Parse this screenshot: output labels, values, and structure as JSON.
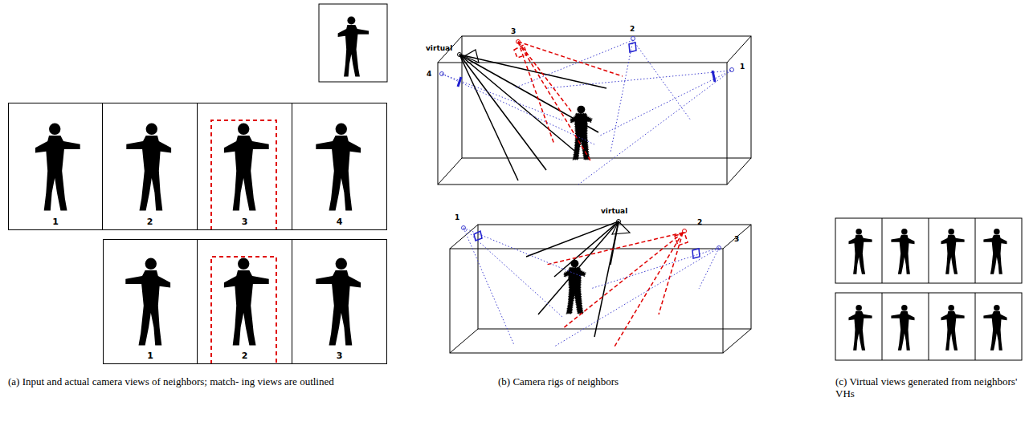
{
  "diagram": {
    "nodes": [
      {
        "text": [
          "1"
        ]
      },
      {
        "text": [
          "2"
        ]
      },
      {
        "text": [
          "3"
        ]
      },
      {
        "text": [
          "4"
        ]
      },
      {
        "text": [
          "1"
        ]
      },
      {
        "text": [
          "2"
        ]
      },
      {
        "text": [
          "3"
        ]
      }
    ],
    "labels": [
      "virtual",
      "3",
      "2",
      "4",
      "1",
      "1",
      "virtual",
      "2",
      "3",
      "(a) Input and actual camera views of neighbors; match- ing views are outlined",
      "(b) Camera rigs of neighbors",
      "(c) Virtual views generated from neighbors' VHs"
    ]
  }
}
